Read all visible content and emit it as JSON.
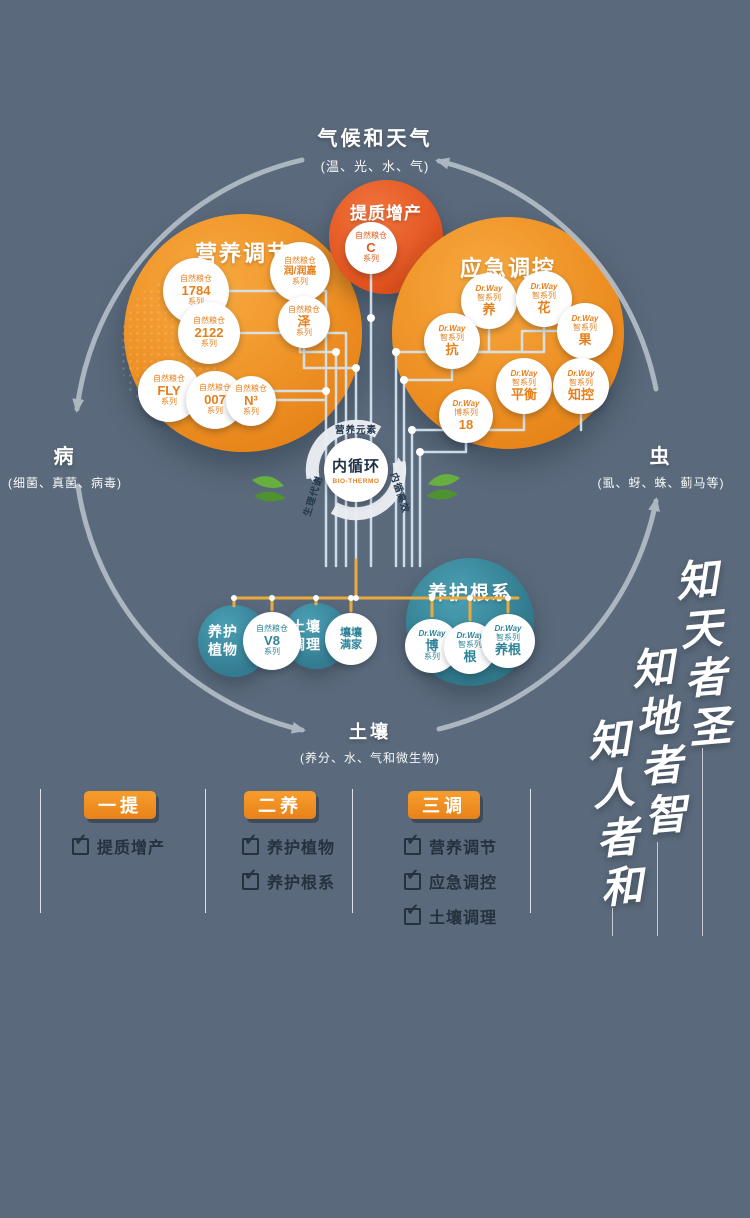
{
  "colors": {
    "background": "#5a6a7c",
    "orange": "#ee8a1f",
    "deep_orange": "#e1511d",
    "teal": "#35839a",
    "line_blue": "#d6e6f2",
    "line_yellow": "#ecaa3d",
    "arrow_gray": "#b4bdc7",
    "text_dark": "#26313e"
  },
  "cycle": {
    "top": {
      "title": "气候和天气",
      "subtitle": "(温、光、水、气)"
    },
    "left": {
      "title": "病",
      "subtitle": "(细菌、真菌、病毒)"
    },
    "right": {
      "title": "虫",
      "subtitle": "(虱、蚜、蛛、蓟马等)"
    },
    "bottom": {
      "title": "土壤",
      "subtitle": "(养分、水、气和微生物)"
    }
  },
  "hub": {
    "title": "内循环",
    "subtitle": "BIO-THERMO",
    "labels": {
      "top": "营养元素",
      "left": "生理代谢",
      "right": "内循高效"
    }
  },
  "groups": {
    "nutrition": {
      "title": "营养调节",
      "products": [
        {
          "l1": "自然粮仓",
          "l2": "1784",
          "l3": "系列"
        },
        {
          "l1": "自然粮仓",
          "l2": "润/润嘉",
          "l3": "系列"
        },
        {
          "l1": "自然粮仓",
          "l2": "2122",
          "l3": "系列"
        },
        {
          "l1": "自然粮仓",
          "l2": "泽",
          "l3": "系列"
        },
        {
          "l1": "自然粮仓",
          "l2": "FLY",
          "l3": "系列"
        },
        {
          "l1": "自然粮仓",
          "l2": "007",
          "l3": "系列"
        },
        {
          "l1": "自然粮仓",
          "l2": "N³",
          "l3": "系列"
        }
      ]
    },
    "quality": {
      "title": "提质增产",
      "products": [
        {
          "l1": "自然粮仓",
          "l2": "C",
          "l3": "系列"
        }
      ]
    },
    "emergency": {
      "title": "应急调控",
      "products": [
        {
          "l1": "Dr.Way",
          "l2": "智系列",
          "l3": "养"
        },
        {
          "l1": "Dr.Way",
          "l2": "智系列",
          "l3": "花"
        },
        {
          "l1": "Dr.Way",
          "l2": "智系列",
          "l3": "果"
        },
        {
          "l1": "Dr.Way",
          "l2": "智系列",
          "l3": "抗"
        },
        {
          "l1": "Dr.Way",
          "l2": "智系列",
          "l3": "平衡"
        },
        {
          "l1": "Dr.Way",
          "l2": "智系列",
          "l3": "知控"
        },
        {
          "l1": "Dr.Way",
          "l2": "博系列",
          "l3": "18"
        }
      ]
    },
    "plant": {
      "title_line1": "养护",
      "title_line2": "植物",
      "products": [
        {
          "l1": "自然粮仓",
          "l2": "V8",
          "l3": "系列"
        }
      ]
    },
    "soil": {
      "title_line1": "土壤",
      "title_line2": "调理",
      "products": [
        {
          "l1": "壤壤",
          "l2": "满家"
        }
      ]
    },
    "root": {
      "title": "养护根系",
      "products": [
        {
          "l1": "Dr.Way",
          "l2": "博",
          "l3": "系列"
        },
        {
          "l1": "Dr.Way",
          "l2": "智系列",
          "l3": "根"
        },
        {
          "l1": "Dr.Way",
          "l2": "智系列",
          "l3": "养根"
        }
      ]
    }
  },
  "legend": {
    "check_glyph": "✓",
    "sections": [
      {
        "button": "一提",
        "items": [
          "提质增产"
        ]
      },
      {
        "button": "二养",
        "items": [
          "养护植物",
          "养护根系"
        ]
      },
      {
        "button": "三调",
        "items": [
          "营养调节",
          "应急调控",
          "土壤调理"
        ]
      }
    ]
  },
  "calligraphy": {
    "col1": "知天者圣",
    "col2": "知地者智",
    "col3": "知人者和"
  }
}
